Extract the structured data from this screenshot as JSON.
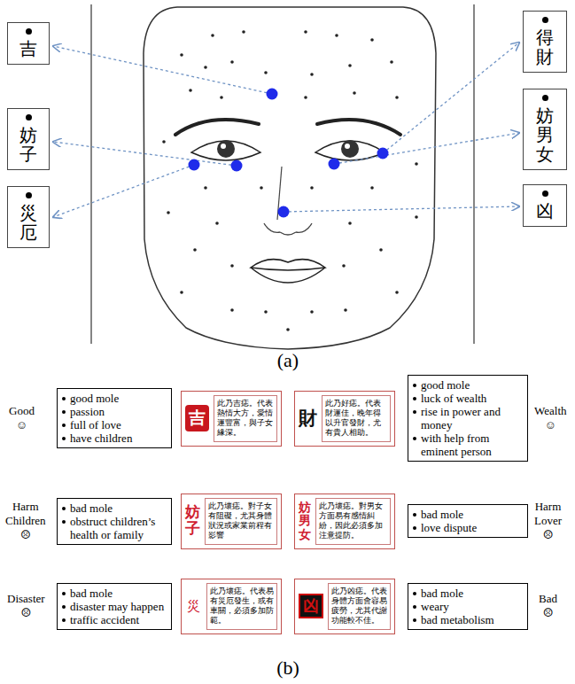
{
  "diagram": {
    "nodes": [
      {
        "text": [
          "吉"
        ]
      },
      {
        "text": [
          "得財"
        ]
      },
      {
        "text": [
          "妨子"
        ]
      },
      {
        "text": [
          "妨男女"
        ]
      },
      {
        "text": [
          "災厄"
        ]
      },
      {
        "text": [
          "凶"
        ]
      },
      {
        "text": [
          "good mole",
          "passion",
          "full of love",
          "have children"
        ]
      },
      {
        "text": [
          "吉",
          "此乃吉痣。代表熱情大方，愛情運豐富，與子女緣深。"
        ]
      },
      {
        "text": [
          "財",
          "此乃好痣。代表財運佳，晚年得以升官發財，尤有貴人相助。"
        ]
      },
      {
        "text": [
          "good mole",
          "luck of wealth",
          "rise in power and money",
          "with help from eminent person"
        ]
      },
      {
        "text": [
          "bad mole",
          "obstruct children’s health or family"
        ]
      },
      {
        "text": [
          "妨子",
          "此乃壞痣。對子女有阻礙，尤其身體狀況或家業前程有影響"
        ]
      },
      {
        "text": [
          "妨男女",
          "此乃壞痣。對男女方面易有感情糾紛，因此必須多加注意提防。"
        ]
      },
      {
        "text": [
          "bad mole",
          "love dispute"
        ]
      },
      {
        "text": [
          "bad mole",
          "disaster may happen",
          "traffic accident"
        ]
      },
      {
        "text": [
          "災",
          "此乃壞痣。代表易有災厄發生，或有車關，必須多加防範。"
        ]
      },
      {
        "text": [
          "凶",
          "此乃凶痣。代表身體方面會容易疲勞，尤其代謝功能較不佳。"
        ]
      },
      {
        "text": [
          "bad mole",
          "weary",
          "bad metabolism"
        ]
      }
    ],
    "labels": [
      "(a)",
      "Good ☺",
      "Wealth ☺",
      "Harm Children ☹",
      "Harm Lover ☹",
      "Disaster ☹",
      "Bad ☹",
      "(b)"
    ]
  }
}
